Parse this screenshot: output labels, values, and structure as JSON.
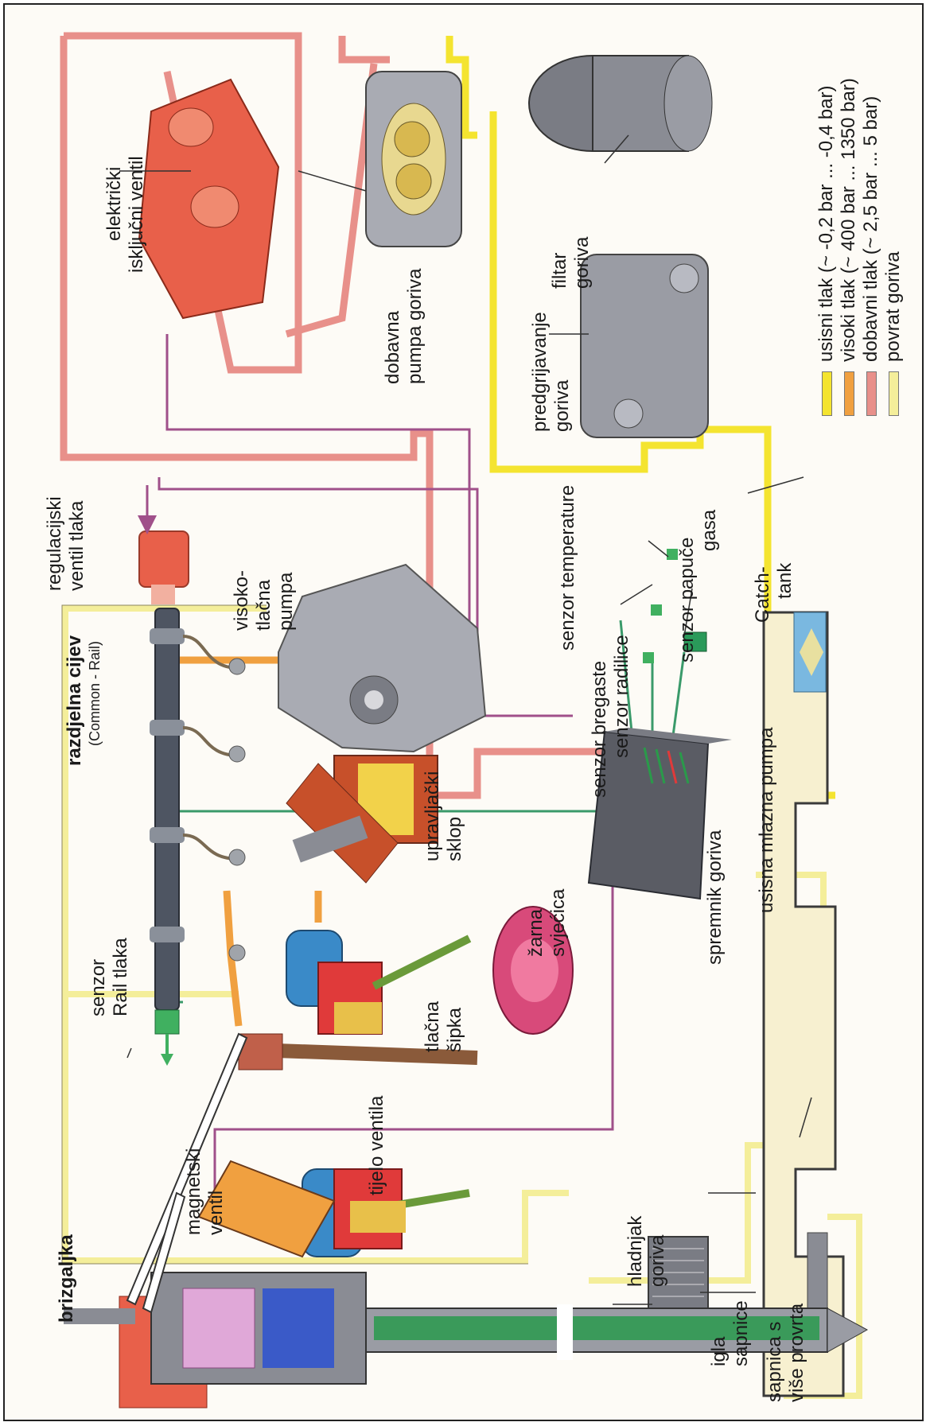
{
  "labels": {
    "brizgaljka": "brizgaljka",
    "magnetski": "magnetski",
    "ventil": "ventil",
    "tijelo_ventila": "tijelo ventila",
    "tlacna": "tlačna",
    "sipka": "šipka",
    "igla": "igla",
    "sapnice": "sapnice",
    "sapnica_s": "sapnica s",
    "vise_provrta": "više provrta",
    "hladnjak": "hladnjak",
    "goriva_hladnjak": "goriva",
    "senzor_rail_1": "senzor",
    "senzor_rail_2a": "Rail",
    "senzor_rail_2b": " tlaka",
    "zarna": "žarna",
    "svjecica": "svjećica",
    "upravljacki": "upravljački",
    "sklop": "sklop",
    "spremnik_goriva": "spremnik goriva",
    "usisna_mlazna_pumpa": "usisna mlazna pumpa",
    "razdjelna_cijev": "razdjelna cijev",
    "common_rail": "(Common - Rail)",
    "visoko": "visoko-",
    "tlacna_pumpa_1": "tlačna",
    "pumpa": "pumpa",
    "regulacijski": "regulacijski",
    "ventil_tlaka": "ventil tlaka",
    "senzor_bregaste": "senzor bregaste",
    "senzor_radilice": "senzor radilice",
    "senzor_temperature": "senzor temperature",
    "senzor_papuce": "senzor papuče",
    "gasa": "gasa",
    "catch": "Catch-",
    "tank": "tank",
    "elektricki": "električki",
    "iskljucni_ventil": "isključni ventil",
    "dobavna": "dobavna",
    "pumpa_goriva": "pumpa goriva",
    "filtar": "filtar",
    "goriva_filtar": "goriva",
    "predgrijavanje": "predgrijavanje",
    "goriva_pred": "goriva"
  },
  "legend": [
    {
      "label": "usisni tlak (~ -0,2 bar ... -0,4 bar)",
      "color": "#f4e430"
    },
    {
      "label": "visoki tlak (~ 400 bar ... 1350 bar)",
      "color": "#f0a040"
    },
    {
      "label": "dobavni tlak (~ 2,5 bar ... 5 bar)",
      "color": "#e8908a"
    },
    {
      "label": "povrat goriva",
      "color": "#f4ee9a"
    }
  ],
  "colors": {
    "suction": "#f4e430",
    "high_pressure": "#f0a040",
    "supply": "#e8908a",
    "return": "#f4ee9a",
    "signal_green": "#3a9a6a",
    "signal_purple": "#a0508a",
    "component_red": "#e8604a",
    "component_grey": "#9a9aa2"
  }
}
